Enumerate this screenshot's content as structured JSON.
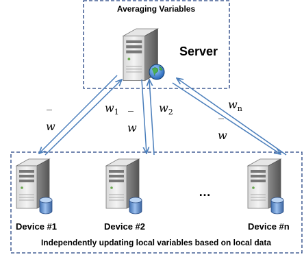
{
  "server_box": {
    "title": "Averaging Variables",
    "server_label": "Server"
  },
  "devices": [
    {
      "label": "Device #1"
    },
    {
      "label": "Device #2"
    },
    {
      "label": "Device #n"
    }
  ],
  "ellipsis": "…",
  "devices_caption": "Independently updating local variables based on local data",
  "arrows": {
    "w_bar": "w",
    "w_bar_accent": "‾",
    "weights": [
      {
        "base": "w",
        "sub": "1"
      },
      {
        "base": "w",
        "sub": "2"
      },
      {
        "base": "w",
        "sub": "n"
      }
    ]
  },
  "colors": {
    "box_border": "#1f3f7f",
    "arrow": "#4a7ebb"
  }
}
